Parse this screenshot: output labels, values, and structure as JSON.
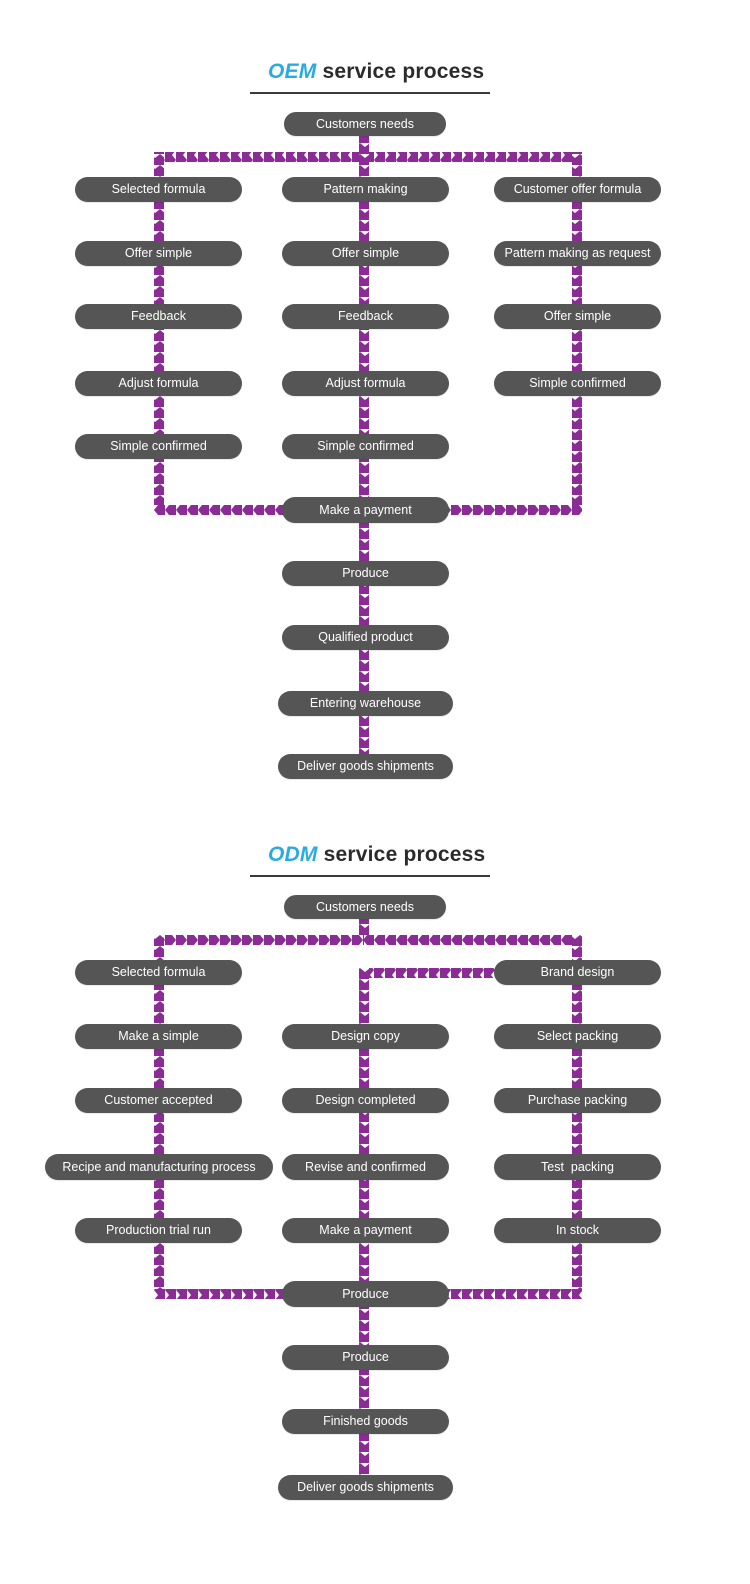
{
  "page": {
    "background": "#ffffff",
    "node_color": "#555555",
    "node_text_color": "#ffffff",
    "arrow_color": "#8B2C96",
    "accent_color": "#29ABE2",
    "rule_color": "#3a3a3a"
  },
  "sections": [
    {
      "id": "oem",
      "title_acronym": "OEM",
      "title_rest": "service process",
      "start": "Customers needs",
      "columns": [
        {
          "id": "left",
          "items": [
            "Selected formula",
            "Offer simple",
            "Feedback",
            "Adjust formula",
            "Simple confirmed"
          ]
        },
        {
          "id": "middle",
          "items": [
            "Pattern making",
            "Offer simple",
            "Feedback",
            "Adjust formula",
            "Simple confirmed"
          ]
        },
        {
          "id": "right",
          "items": [
            "Customer offer formula",
            "Pattern making as request",
            "Offer simple",
            "Simple confirmed"
          ]
        }
      ],
      "merge": "Make a payment",
      "tail": [
        "Produce",
        "Qualified product",
        "Entering warehouse",
        "Deliver goods shipments"
      ]
    },
    {
      "id": "odm",
      "title_acronym": "ODM",
      "title_rest": "service process",
      "start": "Customers needs",
      "columns": [
        {
          "id": "left",
          "items": [
            "Selected formula",
            "Make a simple",
            "Customer accepted",
            "Recipe and manufacturing process",
            "Production trial run"
          ]
        },
        {
          "id": "middle",
          "items": [
            "Design copy",
            "Design completed",
            "Revise and confirmed",
            "Make a payment"
          ]
        },
        {
          "id": "right",
          "items": [
            "Brand design",
            "Select packing",
            "Purchase packing",
            "Test  packing",
            "In stock"
          ]
        }
      ],
      "merge": "Produce",
      "tail": [
        "Produce",
        "Finished goods",
        "Deliver goods shipments"
      ]
    }
  ]
}
